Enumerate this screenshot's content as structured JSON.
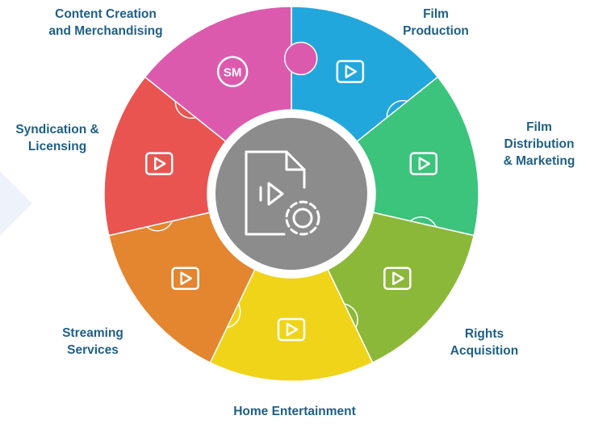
{
  "segments": [
    {
      "id": "film-production",
      "lines": [
        "Film",
        "Production"
      ],
      "icon": "video-camera-icon",
      "color": "#22a7dc"
    },
    {
      "id": "film-distribution",
      "lines": [
        "Film",
        "Distribution",
        "& Marketing"
      ],
      "icon": "film-location-icon",
      "color": "#3cc37c"
    },
    {
      "id": "rights-acquisition",
      "lines": [
        "Rights",
        "Acquisition"
      ],
      "icon": "video-lock-icon",
      "color": "#8cb83a"
    },
    {
      "id": "home-entertainment",
      "lines": [
        "Home Entertainment"
      ],
      "icon": "tv-icon",
      "color": "#efd41a"
    },
    {
      "id": "streaming-services",
      "lines": [
        "Streaming",
        "Services"
      ],
      "icon": "laptop-play-icon",
      "color": "#e3862f"
    },
    {
      "id": "syndication-licensing",
      "lines": [
        "Syndication &",
        "Licensing"
      ],
      "icon": "megaphone-screen-icon",
      "color": "#e95450"
    },
    {
      "id": "content-creation",
      "lines": [
        "Content Creation",
        "and Merchandising"
      ],
      "icon": "sm-badge-icon",
      "color": "#dc5aae"
    }
  ],
  "center": {
    "icon": "video-file-gear-icon",
    "fill": "#8c8c8c",
    "ring": "#ffffff"
  },
  "sm_badge_text": "SM",
  "accent": "#1f5f86"
}
